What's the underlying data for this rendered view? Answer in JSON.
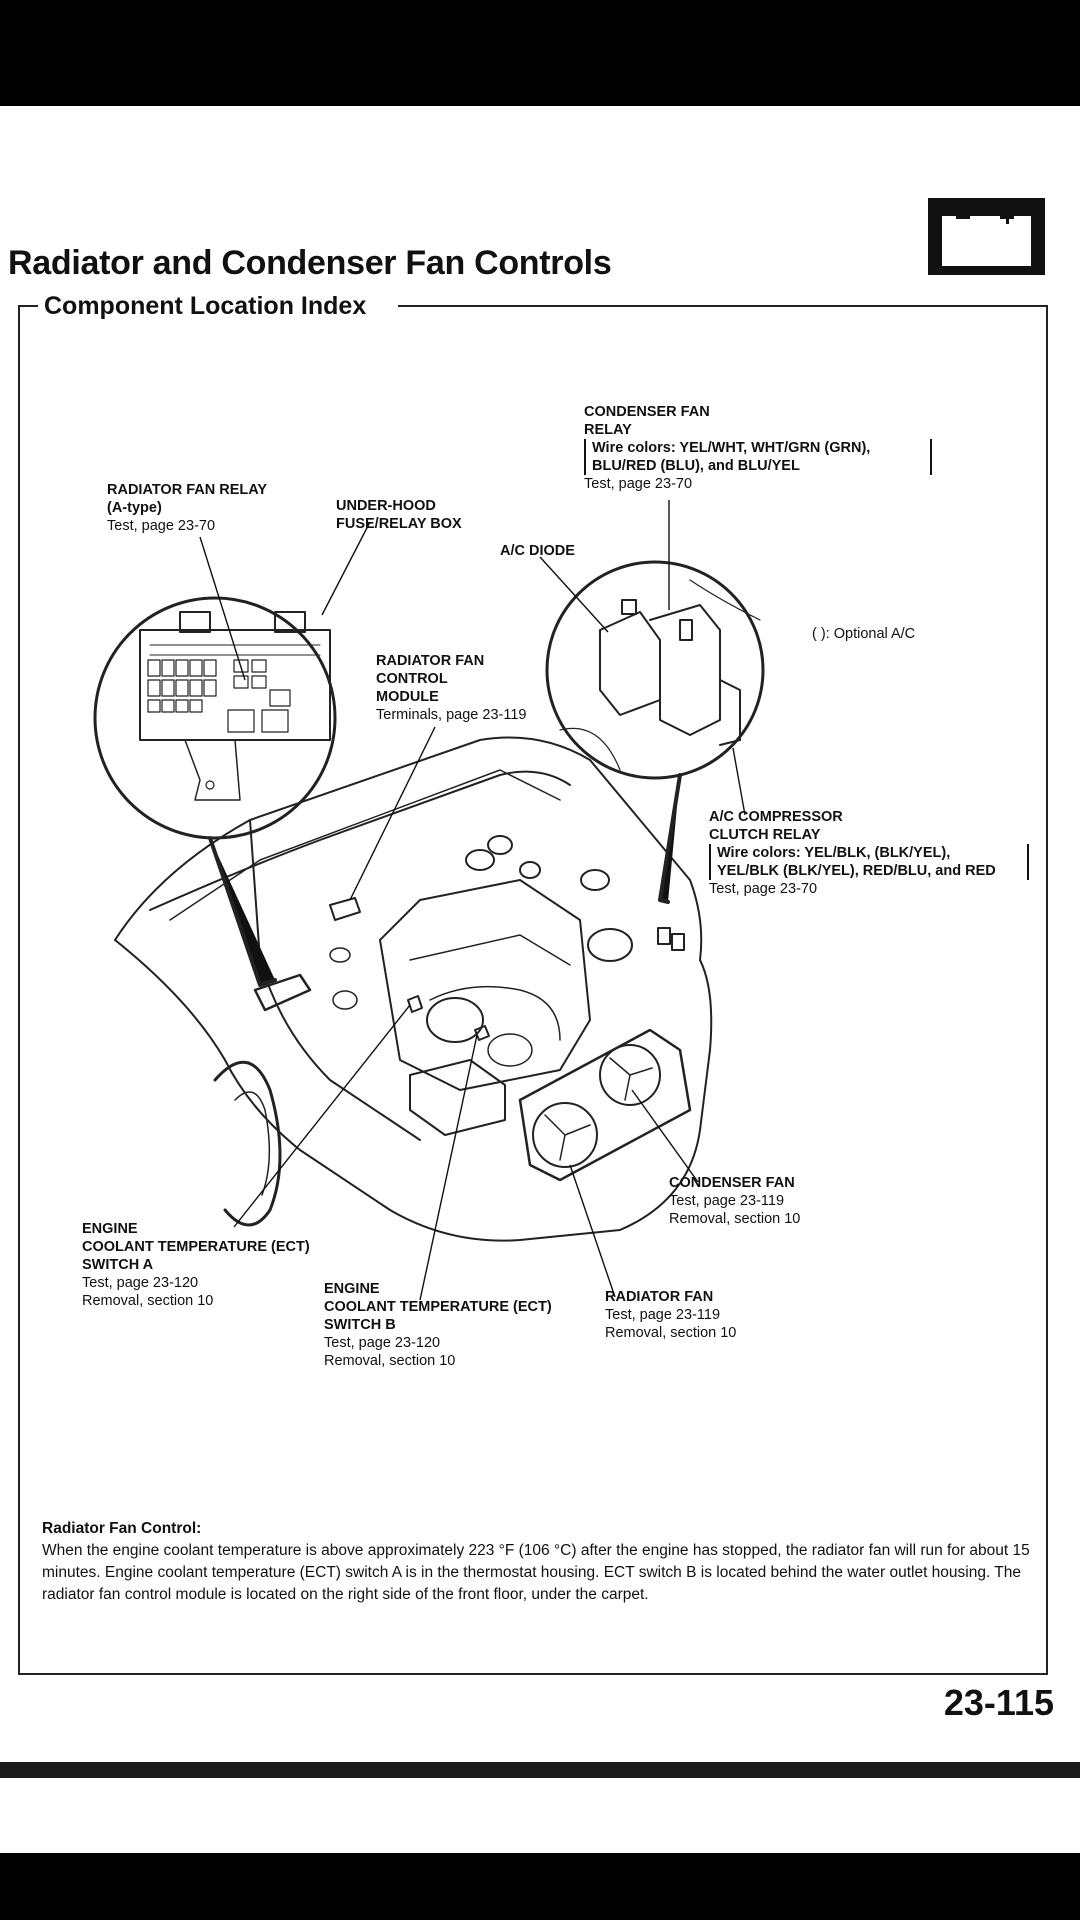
{
  "header": {
    "title": "Radiator and Condenser Fan Controls",
    "section": "Component Location Index",
    "battery_icon": "battery-icon"
  },
  "callouts": {
    "condenser_fan_relay": {
      "title1": "CONDENSER FAN",
      "title2": "RELAY",
      "wire1": "Wire colors: YEL/WHT, WHT/GRN (GRN),",
      "wire2": "BLU/RED (BLU), and BLU/YEL",
      "test": "Test, page 23-70"
    },
    "radiator_fan_relay": {
      "title": "RADIATOR FAN RELAY",
      "sub": "(A-type)",
      "test": "Test, page 23-70"
    },
    "under_hood_box": {
      "title1": "UNDER-HOOD",
      "title2": "FUSE/RELAY BOX"
    },
    "ac_diode": {
      "title": "A/C DIODE"
    },
    "optional_note": "(   ): Optional A/C",
    "radiator_fan_control_module": {
      "title1": "RADIATOR FAN",
      "title2": "CONTROL",
      "title3": "MODULE",
      "terminals": "Terminals, page 23-119"
    },
    "ac_compressor_relay": {
      "title1": "A/C COMPRESSOR",
      "title2": "CLUTCH RELAY",
      "wire1": "Wire colors: YEL/BLK, (BLK/YEL),",
      "wire2": "YEL/BLK (BLK/YEL), RED/BLU, and RED",
      "test": "Test, page 23-70"
    },
    "condenser_fan": {
      "title": "CONDENSER FAN",
      "test": "Test, page 23-119",
      "removal": "Removal, section 10"
    },
    "ect_switch_a": {
      "title1": "ENGINE",
      "title2": "COOLANT TEMPERATURE (ECT)",
      "title3": "SWITCH A",
      "test": "Test, page 23-120",
      "removal": "Removal, section 10"
    },
    "ect_switch_b": {
      "title1": "ENGINE",
      "title2": "COOLANT TEMPERATURE (ECT)",
      "title3": "SWITCH B",
      "test": "Test, page 23-120",
      "removal": "Removal, section 10"
    },
    "radiator_fan": {
      "title": "RADIATOR FAN",
      "test": "Test, page 23-119",
      "removal": "Removal, section 10"
    }
  },
  "note": {
    "heading": "Radiator Fan Control:",
    "body": "When the engine coolant temperature is above approximately 223 °F (106 °C) after the engine has stopped, the radiator fan will run for about 15 minutes. Engine coolant temperature (ECT) switch A is in the thermostat housing. ECT switch B is located behind the water outlet housing. The radiator fan control module is located on the right side of the front floor, under the carpet."
  },
  "footer": {
    "page_number": "23-115"
  }
}
